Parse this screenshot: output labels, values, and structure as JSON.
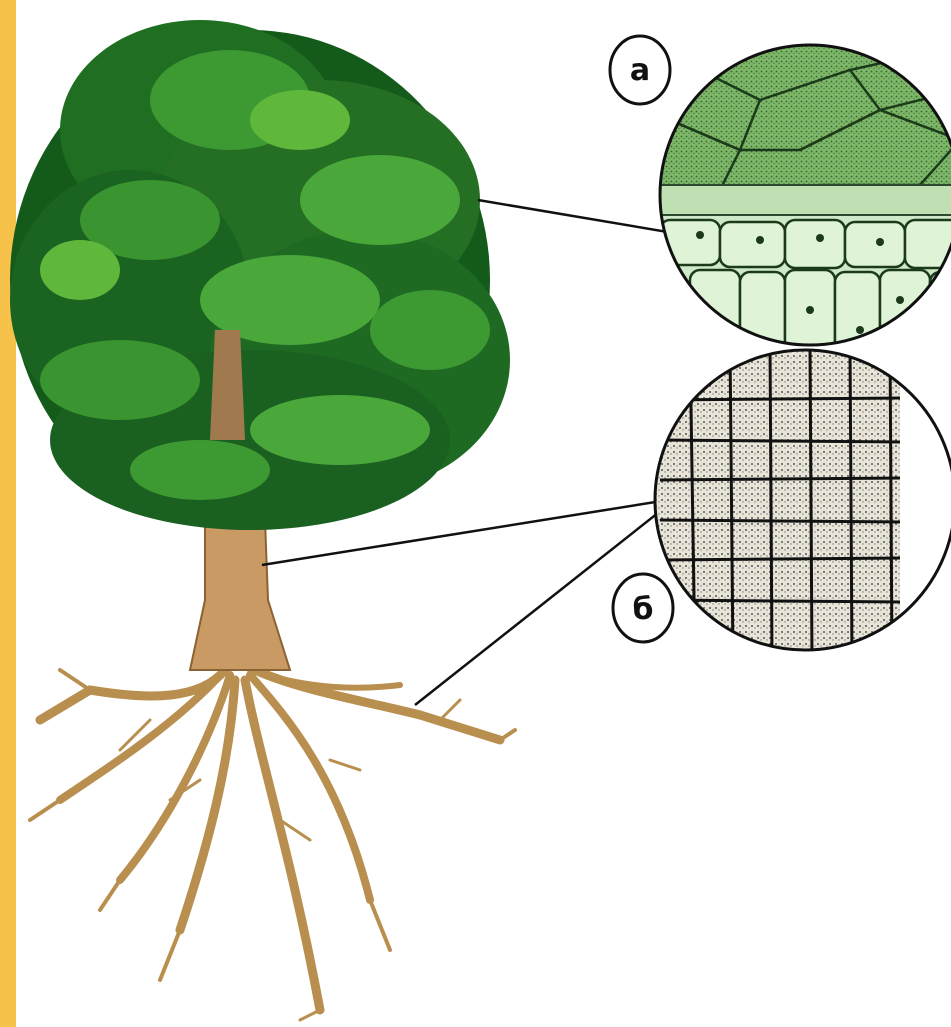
{
  "labels": {
    "a": "а",
    "b": "б"
  },
  "colors": {
    "background": "#f6c24a",
    "panel": "#ffffff",
    "foliage_dark": "#145a1a",
    "foliage_mid": "#2e8b2a",
    "foliage_light": "#5fb83b",
    "trunk": "#c99a63",
    "root": "#c8a060",
    "leaf_cells": "#cfe9c8",
    "wood_cells": "#e8e4d8",
    "outline": "#111111"
  },
  "icons": {
    "tree": "tree-illustration",
    "magnifier_top": "leaf-tissue-magnified",
    "magnifier_bottom": "wood-tissue-magnified"
  }
}
